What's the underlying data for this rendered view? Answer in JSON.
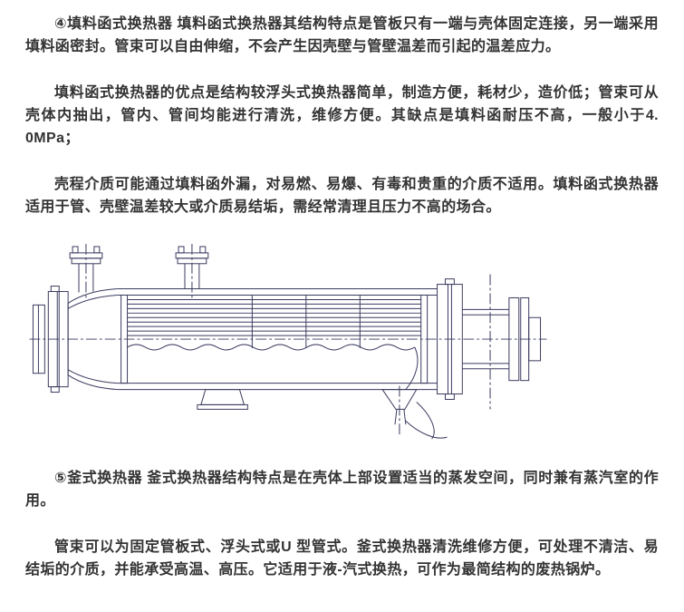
{
  "colors": {
    "background": "#ffffff",
    "text": "#333333",
    "drawing_ink": "#3a3a60"
  },
  "document": {
    "paragraphs": [
      "④填料函式换热器 填料函式换热器其结构特点是管板只有一端与壳体固定连接，另一端采用填料函密封。管束可以自由伸缩，不会产生因壳壁与管壁温差而引起的温差应力。",
      "填料函式换热器的优点是结构较浮头式换热器简单，制造方便，耗材少，造价低；管束可从壳体内抽出，管内、管间均能进行清洗，维修方便。其缺点是填料函耐压不高，一般小于4. 0MPa；",
      "壳程介质可能通过填料函外漏，对易燃、易爆、有毒和贵重的介质不适用。填料函式换热器适用于管、壳壁温差较大或介质易结垢，需经常清理且压力不高的场合。",
      "⑤釜式换热器 釜式换热器结构特点是在壳体上部设置适当的蒸发空间，同时兼有蒸汽室的作用。",
      "管束可以为固定管板式、浮头式或U 型管式。釜式换热器清洗维修方便，可处理不清洁、易结垢的介质，并能承受高温、高压。它适用于液-汽式换热，可作为最简结构的废热锅炉。"
    ]
  }
}
